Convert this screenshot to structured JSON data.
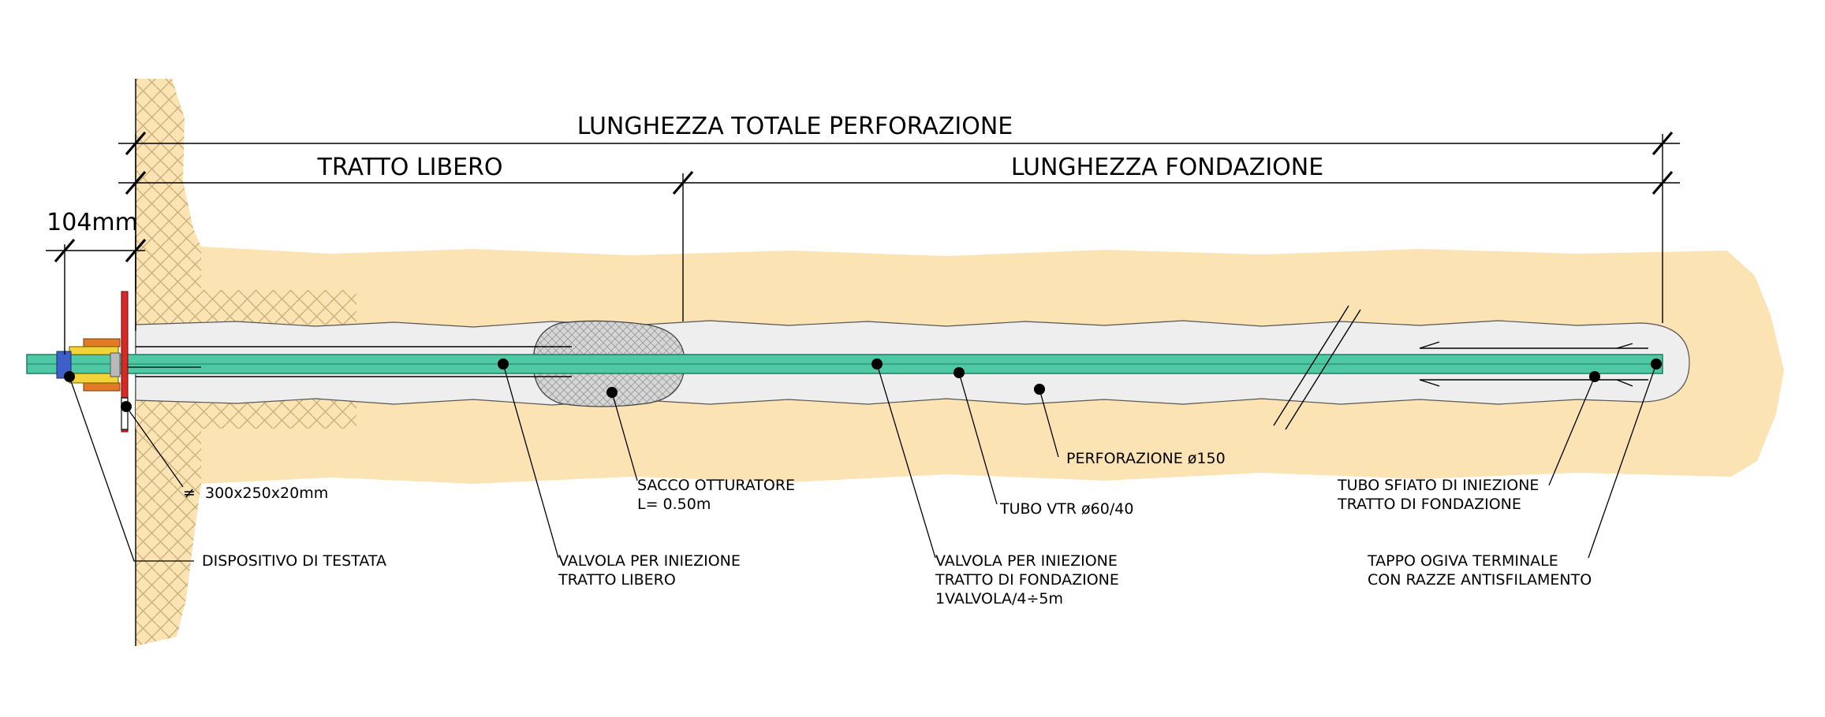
{
  "dimensions": {
    "total_length": "LUNGHEZZA TOTALE PERFORAZIONE",
    "free_length": "TRATTO LIBERO",
    "foundation_length": "LUNGHEZZA FONDAZIONE",
    "head_offset": "104mm"
  },
  "labels": {
    "plate": "300x250x20mm",
    "plate_symbol": "≠",
    "head_device": "DISPOSITIVO DI TESTATA",
    "packer_line1": "SACCO OTTURATORE",
    "packer_line2": "L= 0.50m",
    "valve_free_line1": "VALVOLA PER INIEZIONE",
    "valve_free_line2": "TRATTO LIBERO",
    "valve_found_line1": "VALVOLA PER INIEZIONE",
    "valve_found_line2": "TRATTO DI FONDAZIONE",
    "valve_found_line3": "1VALVOLA/4÷5m",
    "pipe": "TUBO VTR ø60/40",
    "borehole": "PERFORAZIONE ø150",
    "vent_line1": "TUBO SFIATO DI INIEZIONE",
    "vent_line2": "TRATTO DI FONDAZIONE",
    "cap_line1": "TAPPO OGIVA TERMINALE",
    "cap_line2": "CON RAZZE ANTISFILAMENTO"
  },
  "colors": {
    "soil": "#fbe3b4",
    "wall_hatch": "#c9b27a",
    "grout": "#eeeeee",
    "pipe": "#4fc9a4",
    "pipe_edge": "#1f7d63",
    "plate": "#d42a2a",
    "nut_orange": "#e27a26",
    "nut_yellow": "#f2d43a",
    "nut_blue": "#3d5fc9",
    "packer": "#d6d6d6"
  }
}
